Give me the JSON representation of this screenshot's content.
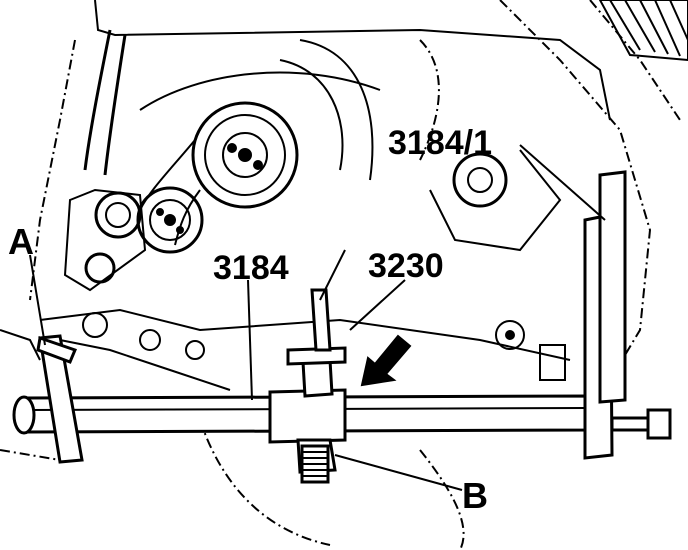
{
  "diagram": {
    "labels": {
      "a": "A",
      "b": "B",
      "tool_3184": "3184",
      "tool_3184_1": "3184/1",
      "tool_3230": "3230"
    },
    "colors": {
      "ink": "#000000",
      "paper": "#ffffff"
    }
  }
}
